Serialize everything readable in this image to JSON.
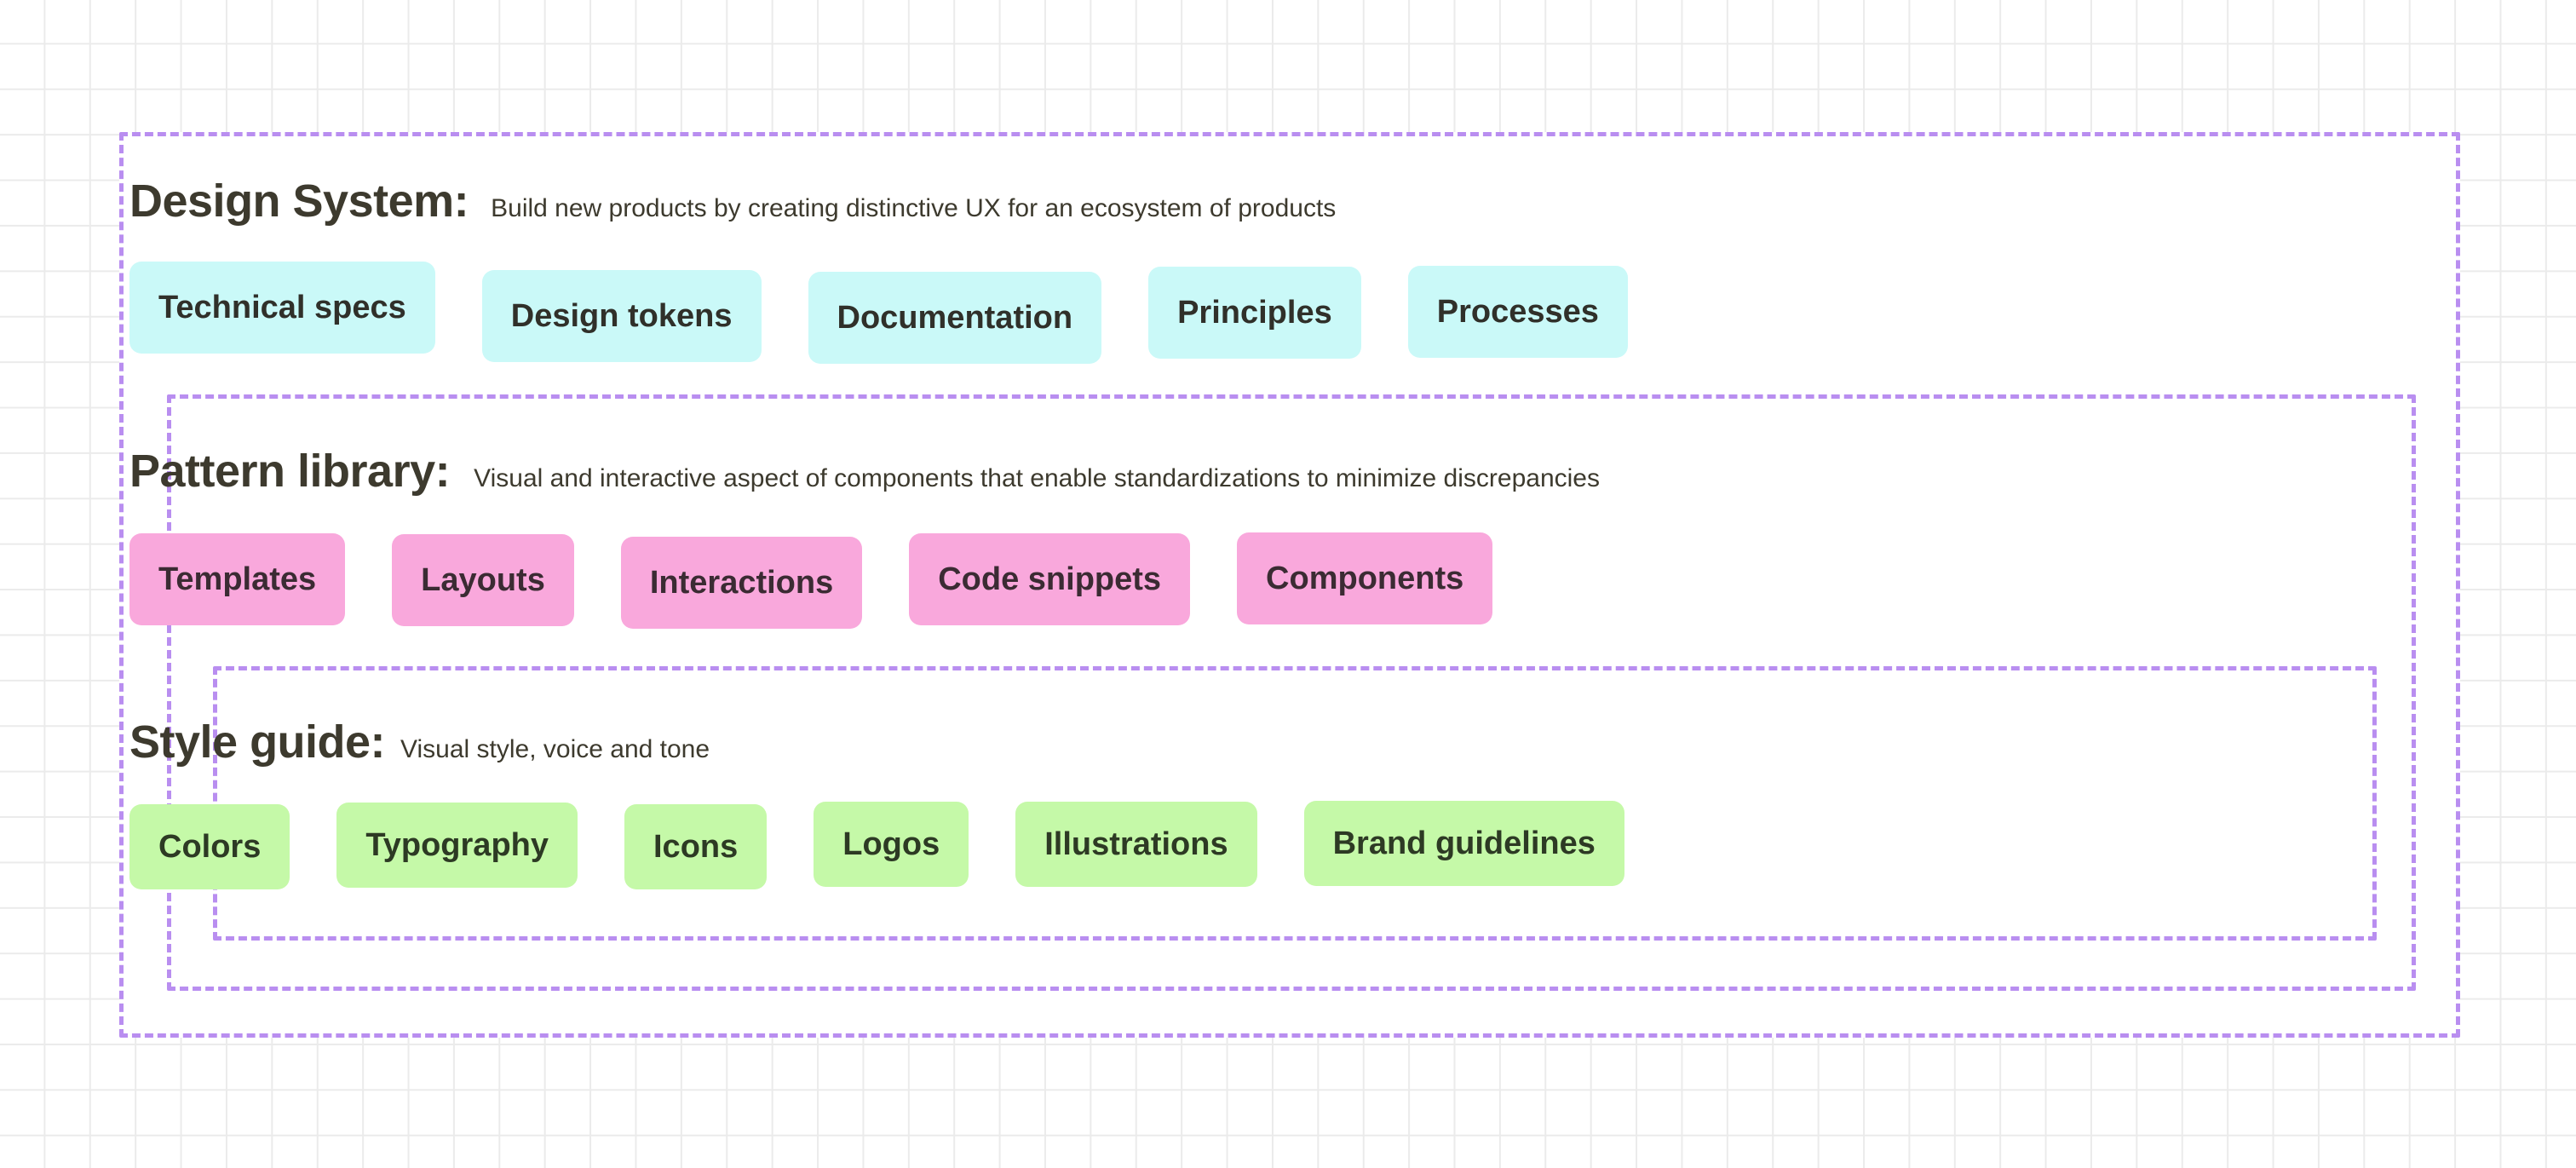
{
  "theme": {
    "dashed_border_color": "#b98ef0",
    "canvas_grid_color": "#ebebeb",
    "text_color": "#3d3a2e",
    "tag_cyan": "#caf9f8",
    "tag_pink": "#f9a8dc",
    "tag_green": "#c5f9a8"
  },
  "design_system": {
    "title": "Design System:",
    "description": "Build new products by creating distinctive UX for an ecosystem of products",
    "tags": [
      "Technical specs",
      "Design tokens",
      "Documentation",
      "Principles",
      "Processes"
    ]
  },
  "pattern_library": {
    "title": "Pattern library:",
    "description": "Visual and interactive aspect of components that enable standardizations to minimize discrepancies",
    "tags": [
      "Templates",
      "Layouts",
      "Interactions",
      "Code snippets",
      "Components"
    ]
  },
  "style_guide": {
    "title": "Style guide:",
    "description": "Visual style, voice and tone",
    "tags": [
      "Colors",
      "Typography",
      "Icons",
      "Logos",
      "Illustrations",
      "Brand guidelines"
    ]
  }
}
